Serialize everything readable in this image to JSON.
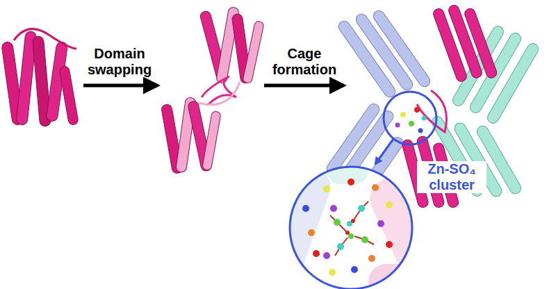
{
  "diagram": {
    "labels": [
      "Domain swapping",
      "Cage formation",
      "Zn-SO₄ cluster"
    ]
  }
}
